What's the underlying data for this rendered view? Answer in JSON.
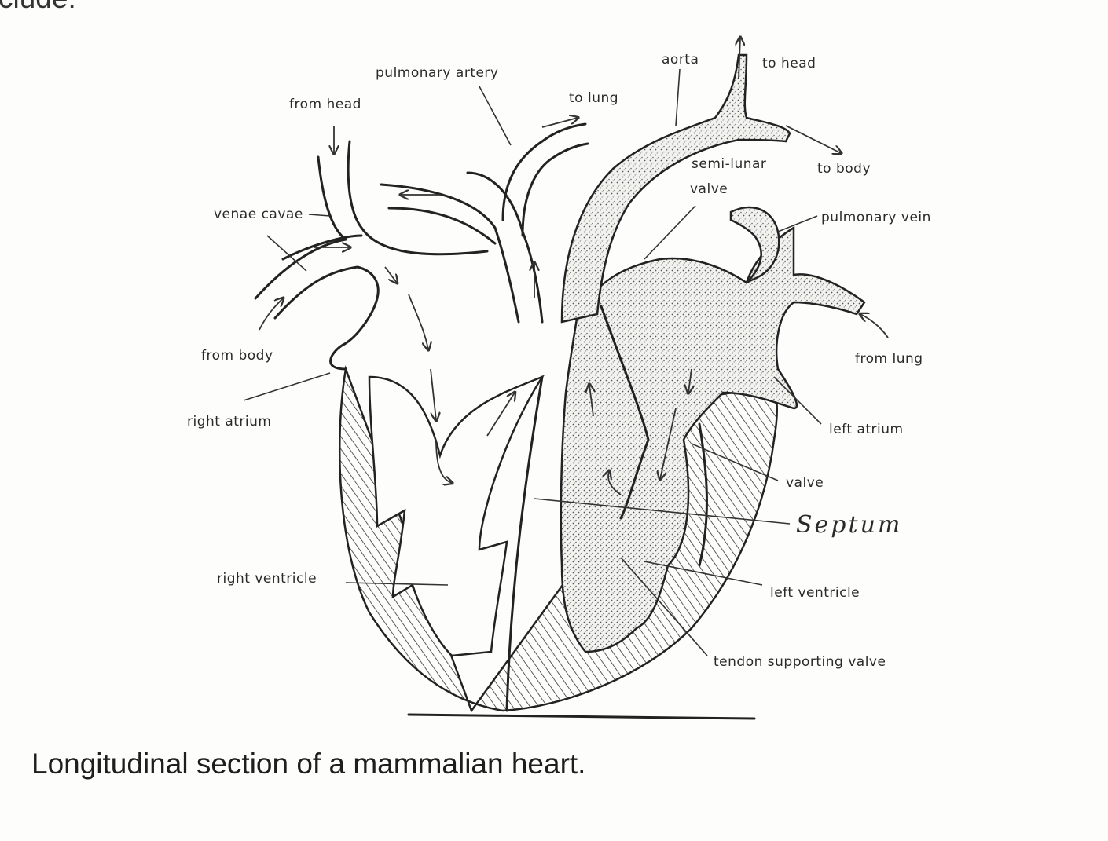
{
  "page_fragment": "clude.",
  "caption": "Longitudinal section of a mammalian heart.",
  "labels": {
    "aorta": "aorta",
    "to_head": "to head",
    "pulmonary_artery": "pulmonary artery",
    "to_lung": "to lung",
    "from_head": "from head",
    "semi_lunar_1": "semi-lunar",
    "semi_lunar_2": "valve",
    "to_body": "to body",
    "venae_cavae": "venae cavae",
    "pulmonary_vein": "pulmonary vein",
    "from_body": "from body",
    "from_lung": "from lung",
    "right_atrium": "right atrium",
    "left_atrium": "left atrium",
    "valve": "valve",
    "septum": "Septum",
    "right_ventricle": "right ventricle",
    "left_ventricle": "left ventricle",
    "tendon": "tendon supporting valve"
  }
}
